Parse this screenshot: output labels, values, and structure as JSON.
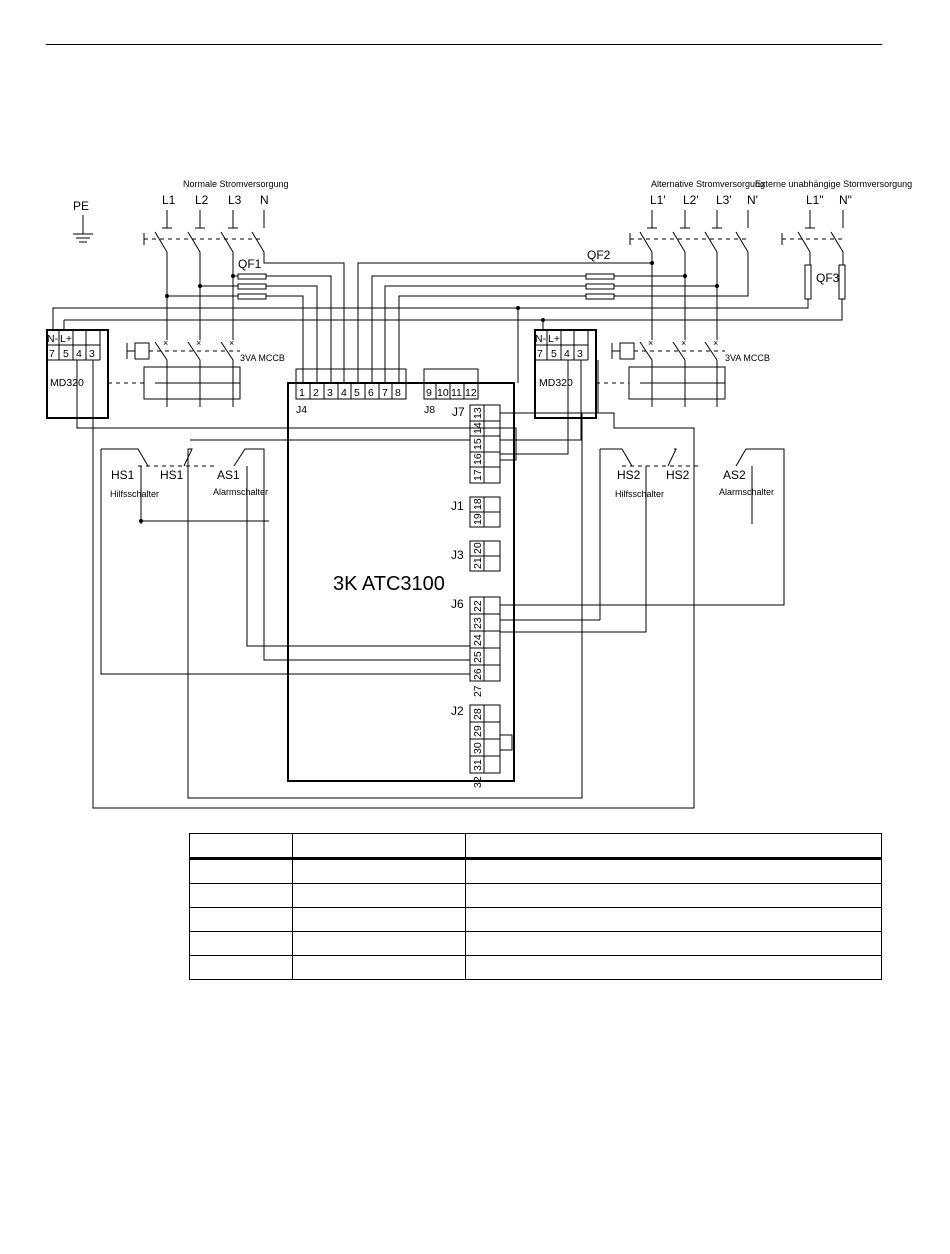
{
  "labels": {
    "normal_supply": "Normale Stromversorgung",
    "alt_supply": "Alternative Stromversorgung",
    "ext_supply": "Externe unabhängige Stormversorgung",
    "pe": "PE",
    "l1": "L1",
    "l2": "L2",
    "l3": "L3",
    "n": "N",
    "l1p": "L1'",
    "l2p": "L2'",
    "l3p": "L3'",
    "np": "N'",
    "l1pp": "L1\"",
    "npp": "N\"",
    "qf1": "QF1",
    "qf2": "QF2",
    "qf3": "QF3",
    "mccb": "3VA MCCB",
    "md320": "MD320",
    "nminus": "N-",
    "lplus": "L+",
    "t7": "7",
    "t5": "5",
    "t4": "4",
    "t3": "3",
    "controller": "3K ATC3100",
    "j4": "J4",
    "j8": "J8",
    "j7": "J7",
    "j1": "J1",
    "j3": "J3",
    "j6": "J6",
    "j2": "J2",
    "hs1": "HS1",
    "hs2": "HS2",
    "as1": "AS1",
    "as2": "AS2",
    "hilfsschalter": "Hilfsschalter",
    "alarmschalter": "Alarmschalter"
  },
  "j4_pins": [
    "1",
    "2",
    "3",
    "4",
    "5",
    "6",
    "7",
    "8"
  ],
  "j8_pins": [
    "9",
    "10",
    "11",
    "12"
  ],
  "right_pins": [
    "13",
    "14",
    "15",
    "16",
    "17",
    "18",
    "19",
    "20",
    "21",
    "22",
    "23",
    "24",
    "25",
    "26",
    "27",
    "28",
    "29",
    "30",
    "31",
    "32"
  ]
}
